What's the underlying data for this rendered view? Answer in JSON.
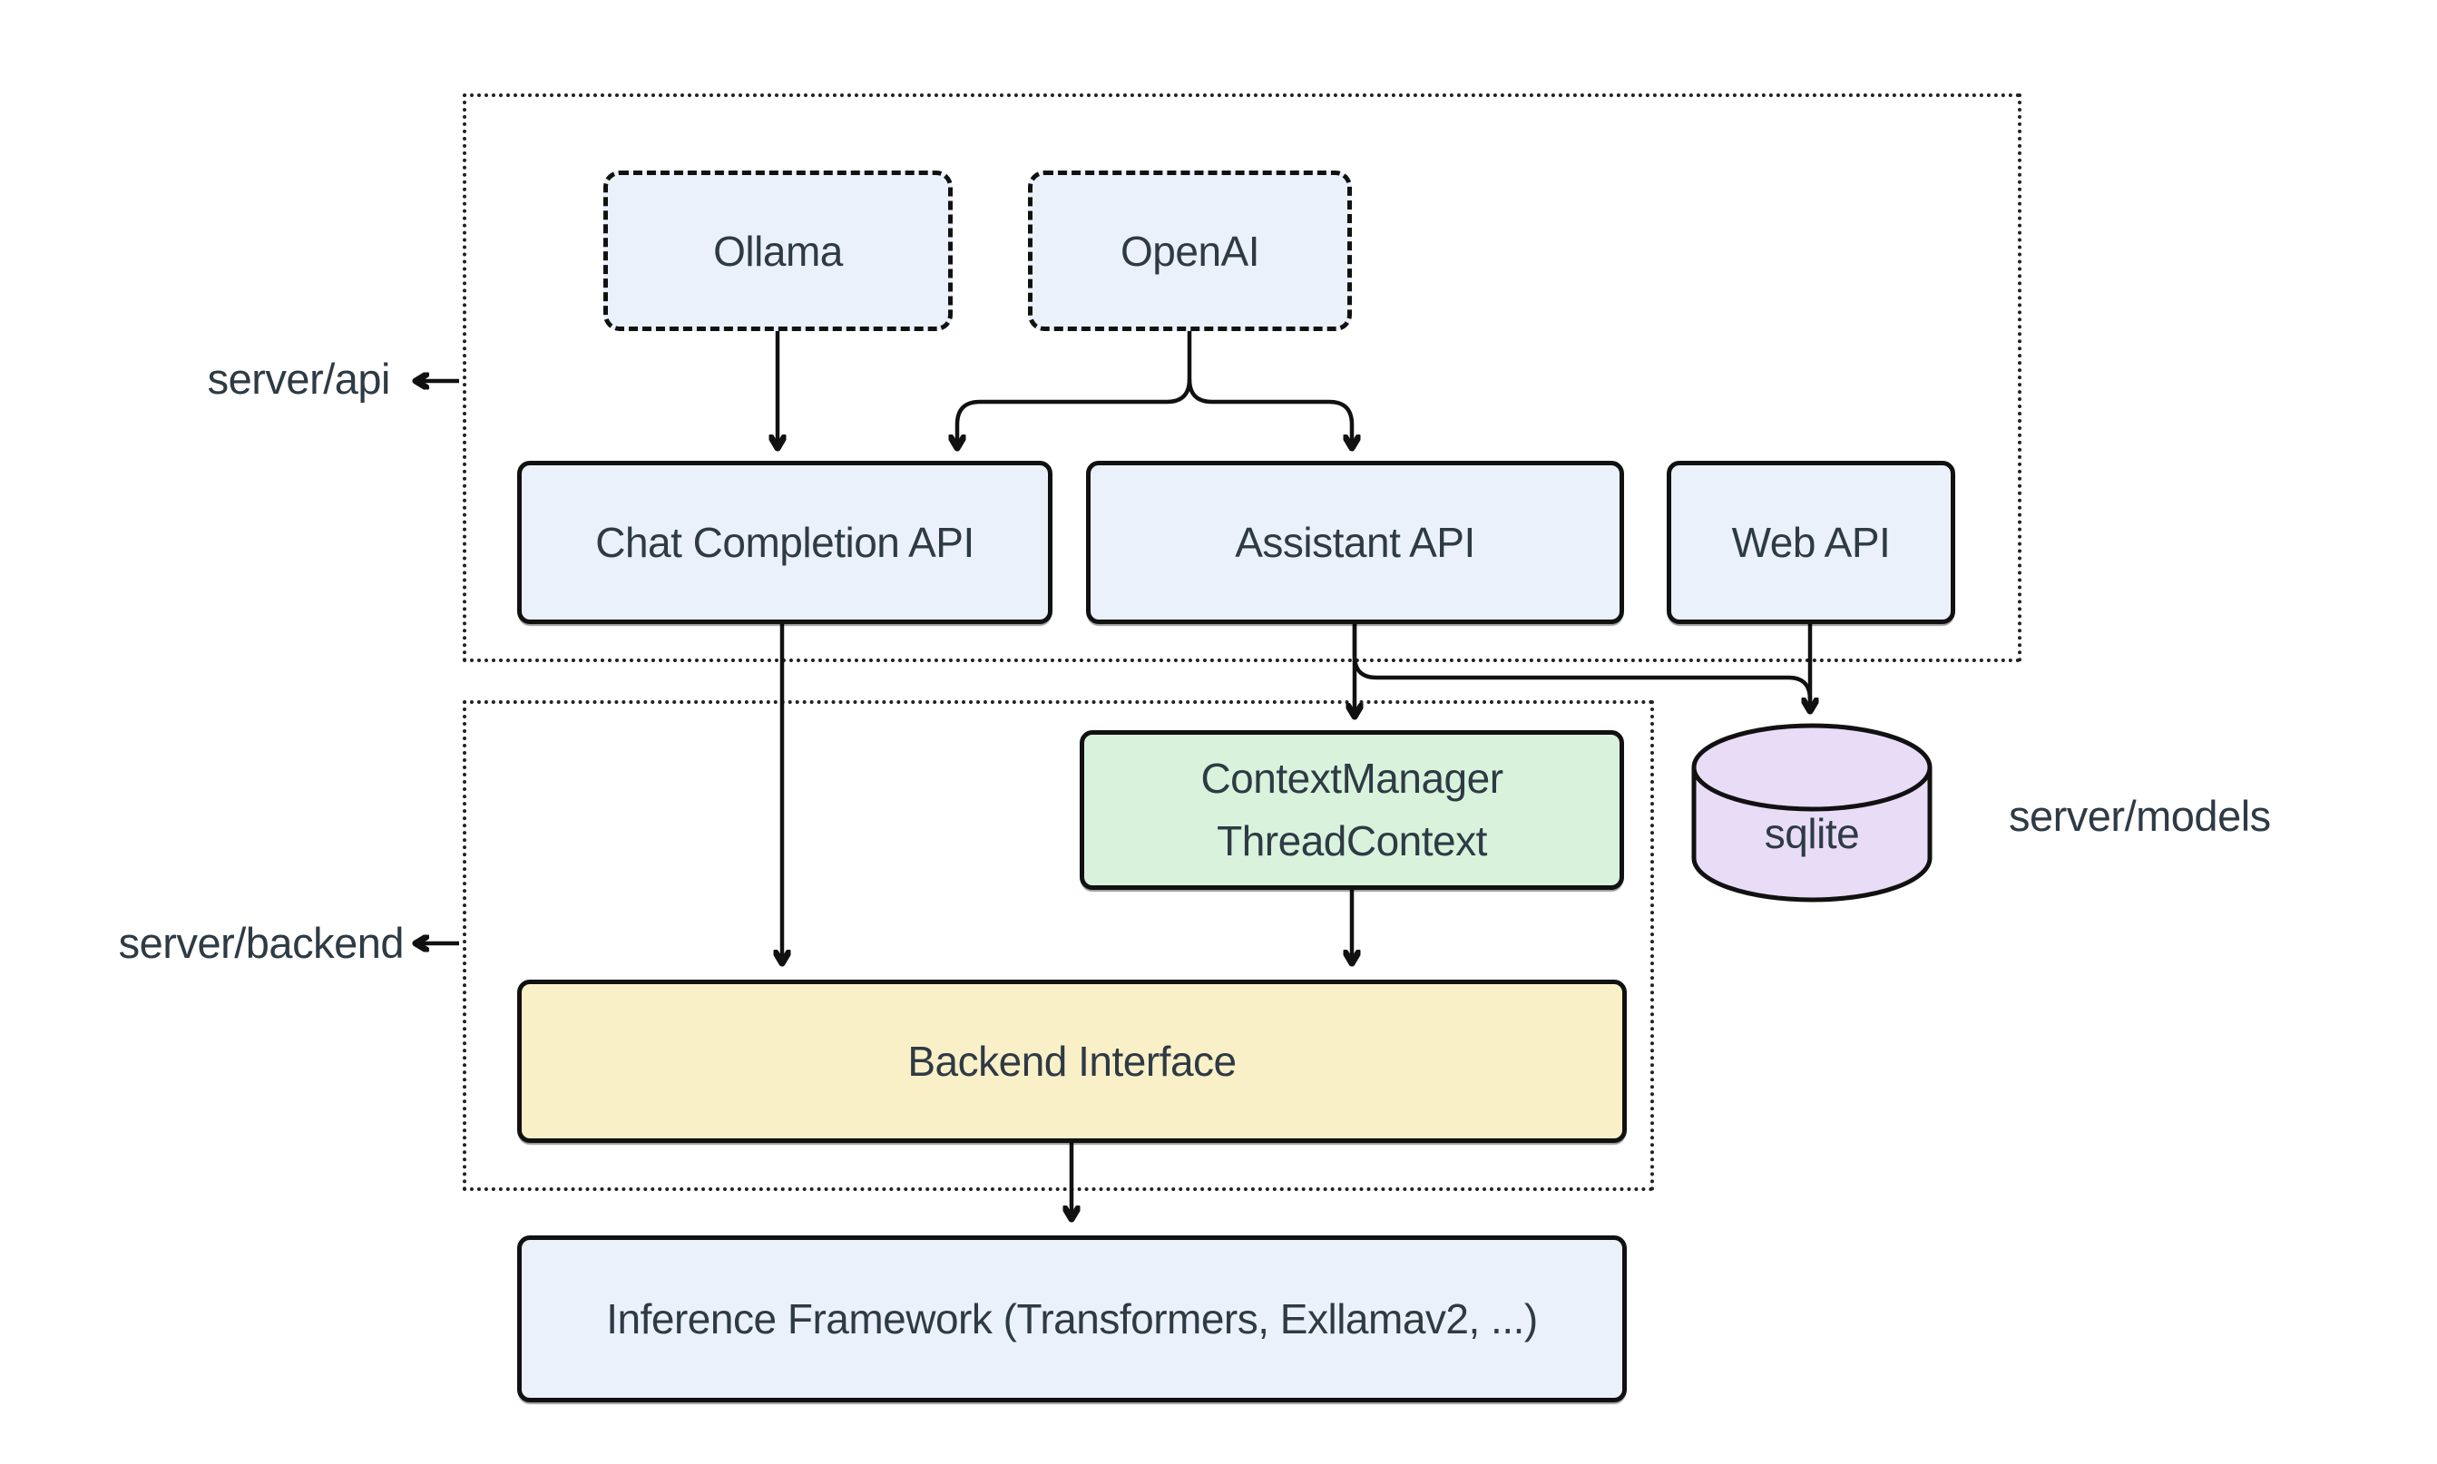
{
  "diagram": {
    "title": "",
    "groups": {
      "api": {
        "label": "server/api"
      },
      "backend": {
        "label": "server/backend"
      },
      "models": {
        "label": "server/models"
      }
    },
    "nodes": {
      "ollama": {
        "label": "Ollama"
      },
      "openai": {
        "label": "OpenAI"
      },
      "chat_completion": {
        "label": "Chat Completion API"
      },
      "assistant_api": {
        "label": "Assistant API"
      },
      "web_api": {
        "label": "Web API"
      },
      "context_manager": {
        "line1": "ContextManager",
        "line2": "ThreadContext"
      },
      "sqlite": {
        "label": "sqlite"
      },
      "backend_interface": {
        "label": "Backend Interface"
      },
      "inference": {
        "label": "Inference Framework (Transformers, Exllamav2, ...)"
      }
    },
    "edges": [
      {
        "from": "ollama",
        "to": "chat_completion"
      },
      {
        "from": "openai",
        "to": "chat_completion"
      },
      {
        "from": "openai",
        "to": "assistant_api"
      },
      {
        "from": "chat_completion",
        "to": "backend_interface"
      },
      {
        "from": "assistant_api",
        "to": "context_manager"
      },
      {
        "from": "assistant_api",
        "to": "sqlite"
      },
      {
        "from": "web_api",
        "to": "sqlite"
      },
      {
        "from": "context_manager",
        "to": "backend_interface"
      },
      {
        "from": "backend_interface",
        "to": "inference"
      }
    ],
    "colors": {
      "node_blue": "#EBF1FA",
      "node_green": "#D8F2DC",
      "node_yellow": "#FAF0C8",
      "node_purple": "#E8DCF7",
      "line": "#111111",
      "text": "#2E3A44",
      "background": "#FFFFFF"
    }
  }
}
